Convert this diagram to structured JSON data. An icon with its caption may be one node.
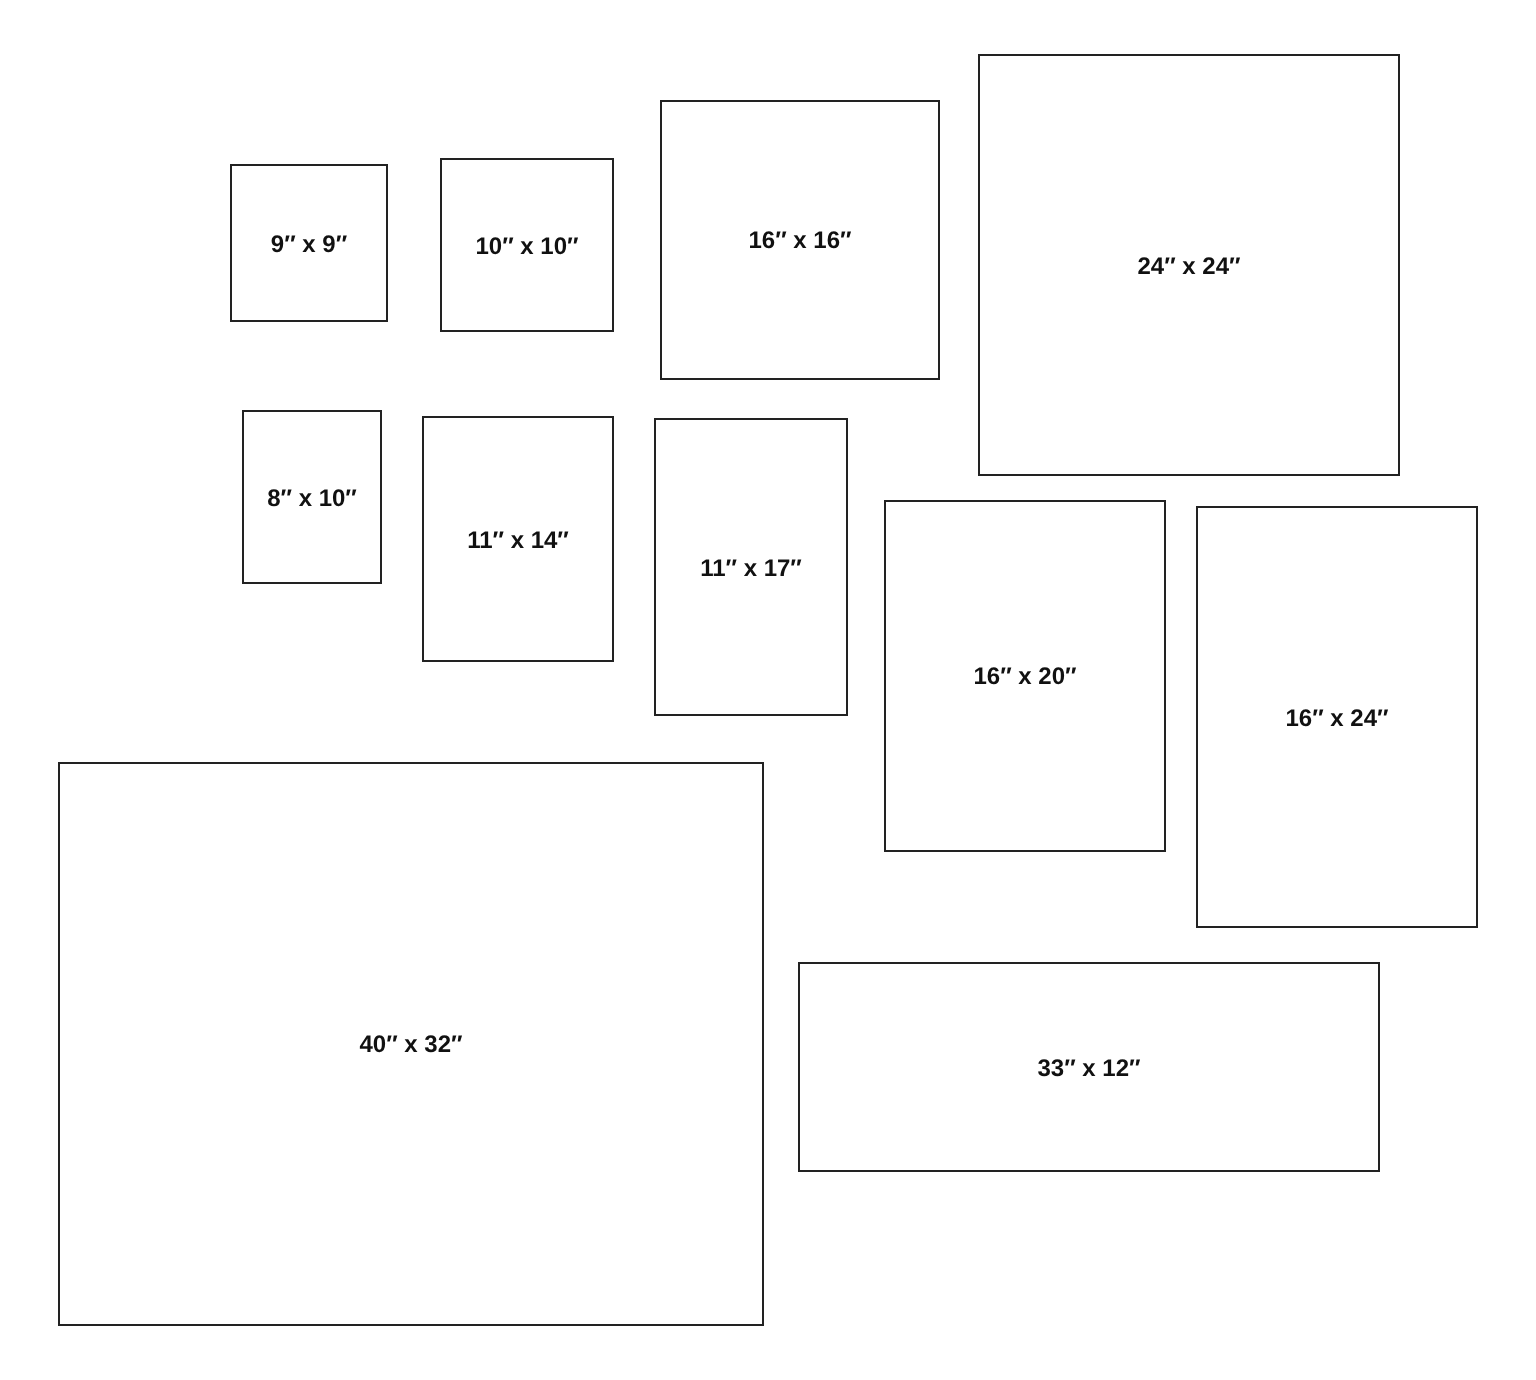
{
  "diagram": {
    "nodes": [
      {
        "text": [
          "9″ x 9″"
        ]
      },
      {
        "text": [
          "10″ x 10″"
        ]
      },
      {
        "text": [
          "16″ x 16″"
        ]
      },
      {
        "text": [
          "24″ x 24″"
        ]
      },
      {
        "text": [
          "8″ x 10″"
        ]
      },
      {
        "text": [
          "11″ x 14″"
        ]
      },
      {
        "text": [
          "11″ x 17″"
        ]
      },
      {
        "text": [
          "16″ x 20″"
        ]
      },
      {
        "text": [
          "16″ x 24″"
        ]
      },
      {
        "text": [
          "40″ x 32″"
        ]
      },
      {
        "text": [
          "33″ x 12″"
        ]
      }
    ]
  }
}
